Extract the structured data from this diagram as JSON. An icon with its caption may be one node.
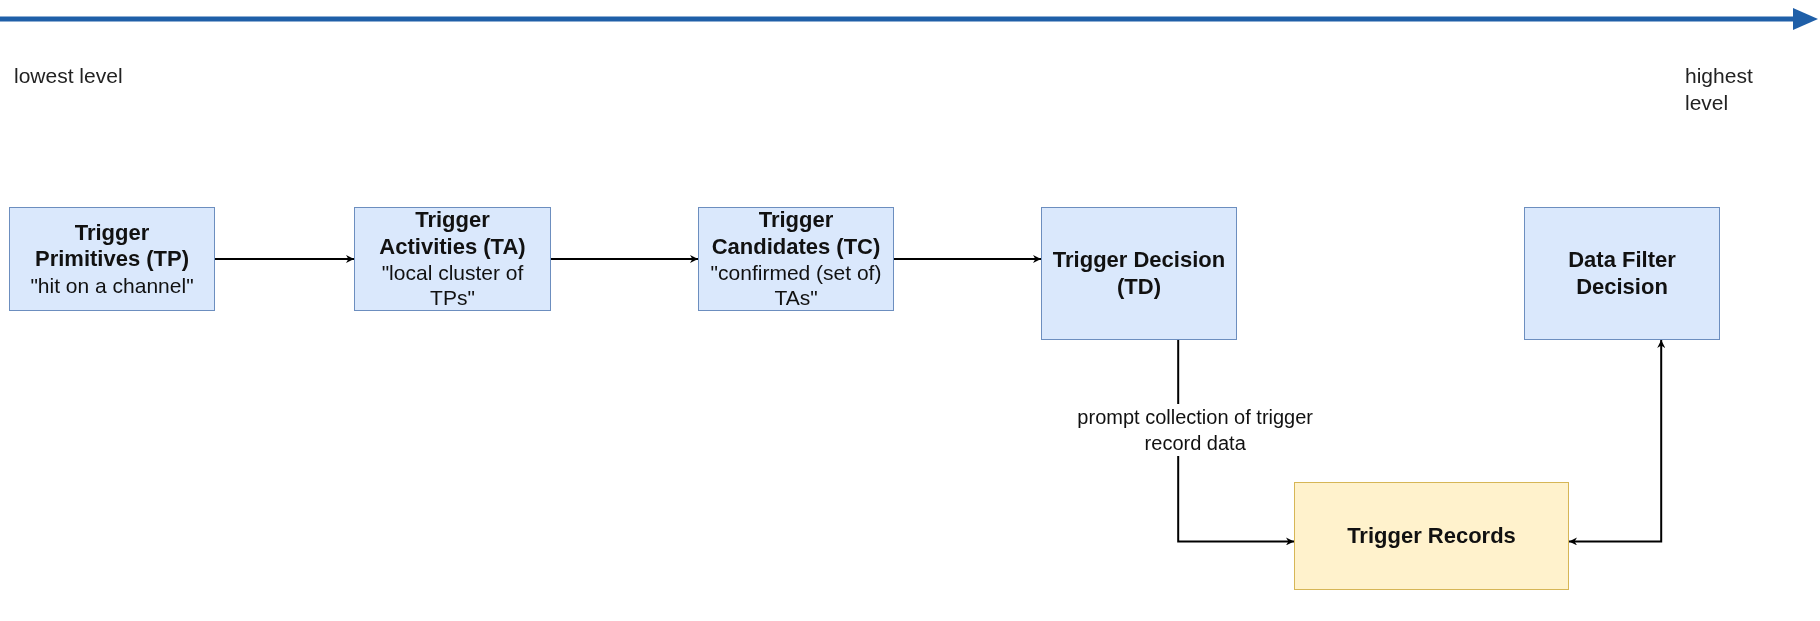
{
  "diagram": {
    "nodes": [
      {
        "text": [
          "Trigger Primitives (TP)",
          "\"hit on a channel\""
        ]
      },
      {
        "text": [
          "Trigger Activities (TA)",
          "\"local cluster of TPs\""
        ]
      },
      {
        "text": [
          "Trigger Candidates (TC)",
          "\"confirmed (set of) TAs\""
        ]
      },
      {
        "text": [
          "Trigger Decision (TD)"
        ]
      },
      {
        "text": [
          "Data Filter Decision"
        ]
      },
      {
        "text": [
          "Trigger Records"
        ]
      }
    ],
    "edges": [
      {
        "from": 0,
        "to": 1,
        "arrow": "to"
      },
      {
        "from": 1,
        "to": 2,
        "arrow": "to"
      },
      {
        "from": 2,
        "to": 3,
        "arrow": "to"
      },
      {
        "from": 3,
        "to": 5,
        "arrow": "to",
        "label": "prompt collection of trigger record data"
      },
      {
        "from": 5,
        "to": 4,
        "arrow": "both"
      }
    ],
    "labels": [
      "lowest level",
      "highest level"
    ]
  }
}
